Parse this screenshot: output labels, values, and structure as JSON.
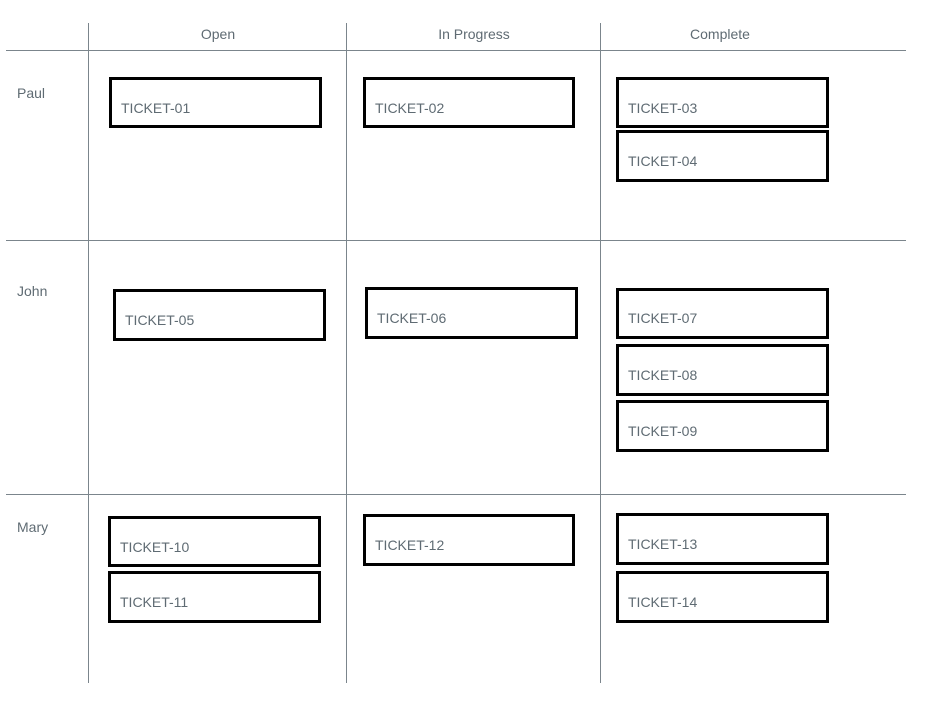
{
  "columns": [
    {
      "label": "Open"
    },
    {
      "label": "In Progress"
    },
    {
      "label": "Complete"
    }
  ],
  "rows": [
    {
      "label": "Paul"
    },
    {
      "label": "John"
    },
    {
      "label": "Mary"
    }
  ],
  "tickets": [
    {
      "label": "TICKET-01",
      "row": "Paul",
      "column": "Open"
    },
    {
      "label": "TICKET-02",
      "row": "Paul",
      "column": "In Progress"
    },
    {
      "label": "TICKET-03",
      "row": "Paul",
      "column": "Complete"
    },
    {
      "label": "TICKET-04",
      "row": "Paul",
      "column": "Complete"
    },
    {
      "label": "TICKET-05",
      "row": "John",
      "column": "Open"
    },
    {
      "label": "TICKET-06",
      "row": "John",
      "column": "In Progress"
    },
    {
      "label": "TICKET-07",
      "row": "John",
      "column": "Complete"
    },
    {
      "label": "TICKET-08",
      "row": "John",
      "column": "Complete"
    },
    {
      "label": "TICKET-09",
      "row": "John",
      "column": "Complete"
    },
    {
      "label": "TICKET-10",
      "row": "Mary",
      "column": "Open"
    },
    {
      "label": "TICKET-11",
      "row": "Mary",
      "column": "Open"
    },
    {
      "label": "TICKET-12",
      "row": "Mary",
      "column": "In Progress"
    },
    {
      "label": "TICKET-13",
      "row": "Mary",
      "column": "Complete"
    },
    {
      "label": "TICKET-14",
      "row": "Mary",
      "column": "Complete"
    }
  ],
  "colors": {
    "grid_line": "#7b858c",
    "text": "#5f6b73",
    "card_border": "#000000",
    "background": "#ffffff"
  }
}
